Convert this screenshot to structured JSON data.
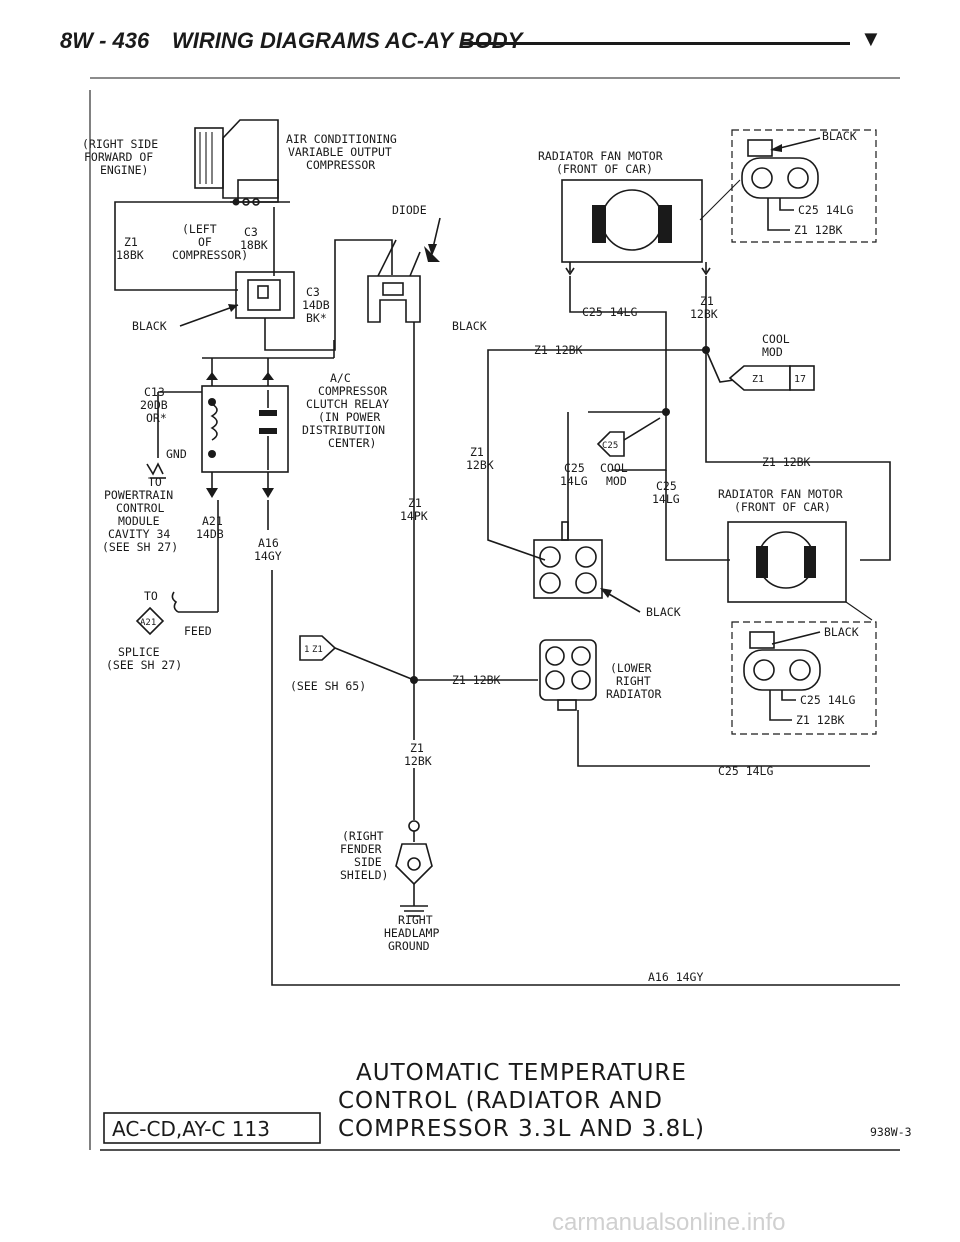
{
  "header": {
    "page_code": "8W - 436",
    "title": "WIRING DIAGRAMS AC-AY BODY",
    "marker": "▼"
  },
  "labels": {
    "right_side_forward": [
      "(RIGHT SIDE",
      "FORWARD OF",
      "ENGINE)"
    ],
    "ac_compressor": [
      "AIR CONDITIONING",
      "VARIABLE OUTPUT",
      "COMPRESSOR"
    ],
    "left_of_compressor": [
      "(LEFT",
      "OF",
      "COMPRESSOR)"
    ],
    "z1_18bk": [
      "Z1",
      "18BK"
    ],
    "c3_18bk": [
      "C3",
      "18BK"
    ],
    "diode": "DIODE",
    "c3_14db": [
      "C3",
      "14DB",
      "BK*"
    ],
    "black_1": "BLACK",
    "black_2": "BLACK",
    "c13": [
      "C13",
      "20DB",
      "OR*"
    ],
    "gnd": "GND",
    "relay": [
      "A/C",
      "COMPRESSOR",
      "CLUTCH RELAY",
      "(IN POWER",
      "DISTRIBUTION",
      "CENTER)"
    ],
    "to_pcm": [
      "TO",
      "POWERTRAIN",
      "CONTROL",
      "MODULE",
      "CAVITY 34",
      "(SEE SH 27)"
    ],
    "a21_14db": [
      "A21",
      "14DB"
    ],
    "a16_14gy": [
      "A16",
      "14GY"
    ],
    "to_splice": [
      "TO"
    ],
    "a21_badge": "A21",
    "feed": "FEED",
    "splice": [
      "SPLICE",
      "(SEE SH 27)"
    ],
    "z1_14pk": [
      "Z1",
      "14PK"
    ],
    "z1_12bk_mid": [
      "Z1",
      "12BK"
    ],
    "z1_12bk_left": [
      "Z1",
      "12BK"
    ],
    "sh65_badge_num": "1",
    "sh65_badge": "Z1",
    "see_sh65": "(SEE SH 65)",
    "z1_12bk_lower": "Z1 12BK",
    "z1_12bk_vert": [
      "Z1",
      "12BK"
    ],
    "fender": [
      "(RIGHT",
      "FENDER",
      "SIDE",
      "SHIELD)"
    ],
    "headlamp_ground": [
      "RIGHT",
      "HEADLAMP",
      "GROUND"
    ],
    "a16_bottom": "A16 14GY",
    "fan_motor_top": [
      "RADIATOR FAN MOTOR",
      "(FRONT OF CAR)"
    ],
    "black_top_conn": "BLACK",
    "c25_14lg_tc": "C25 14LG",
    "z1_12bk_tc": "Z1 12BK",
    "c25_14lg_a": "C25 14LG",
    "z1_12bk_a": [
      "Z1",
      "12BK"
    ],
    "z1_12bk_b": "Z1 12BK",
    "cool_mod": [
      "COOL",
      "MOD"
    ],
    "z1_17_a": "Z1",
    "z1_17_b": "17",
    "c25_badge": "C25",
    "c25_14lg_c": [
      "C25",
      "14LG"
    ],
    "cool_mod_2": [
      "COOL",
      "MOD"
    ],
    "c25_14lg_d": [
      "C25",
      "14LG"
    ],
    "z1_12bk_right": "Z1 12BK",
    "fan_motor_lower": [
      "RADIATOR FAN MOTOR",
      "(FRONT OF CAR)"
    ],
    "black_3": "BLACK",
    "black_lower_conn": "BLACK",
    "lower_right_radiator": [
      "(LOWER",
      "RIGHT",
      "RADIATOR"
    ],
    "c25_14lg_lc": "C25 14LG",
    "z1_12bk_lc": "Z1 12BK",
    "c25_14lg_bottom": "C25 14LG"
  },
  "title_block": {
    "lines": [
      "AUTOMATIC TEMPERATURE",
      "CONTROL (RADIATOR AND",
      "COMPRESSOR 3.3L AND 3.8L)"
    ],
    "box": "AC-CD,AY-C 113",
    "ref": "938W-3"
  },
  "watermark": "carmanualsonline.info"
}
